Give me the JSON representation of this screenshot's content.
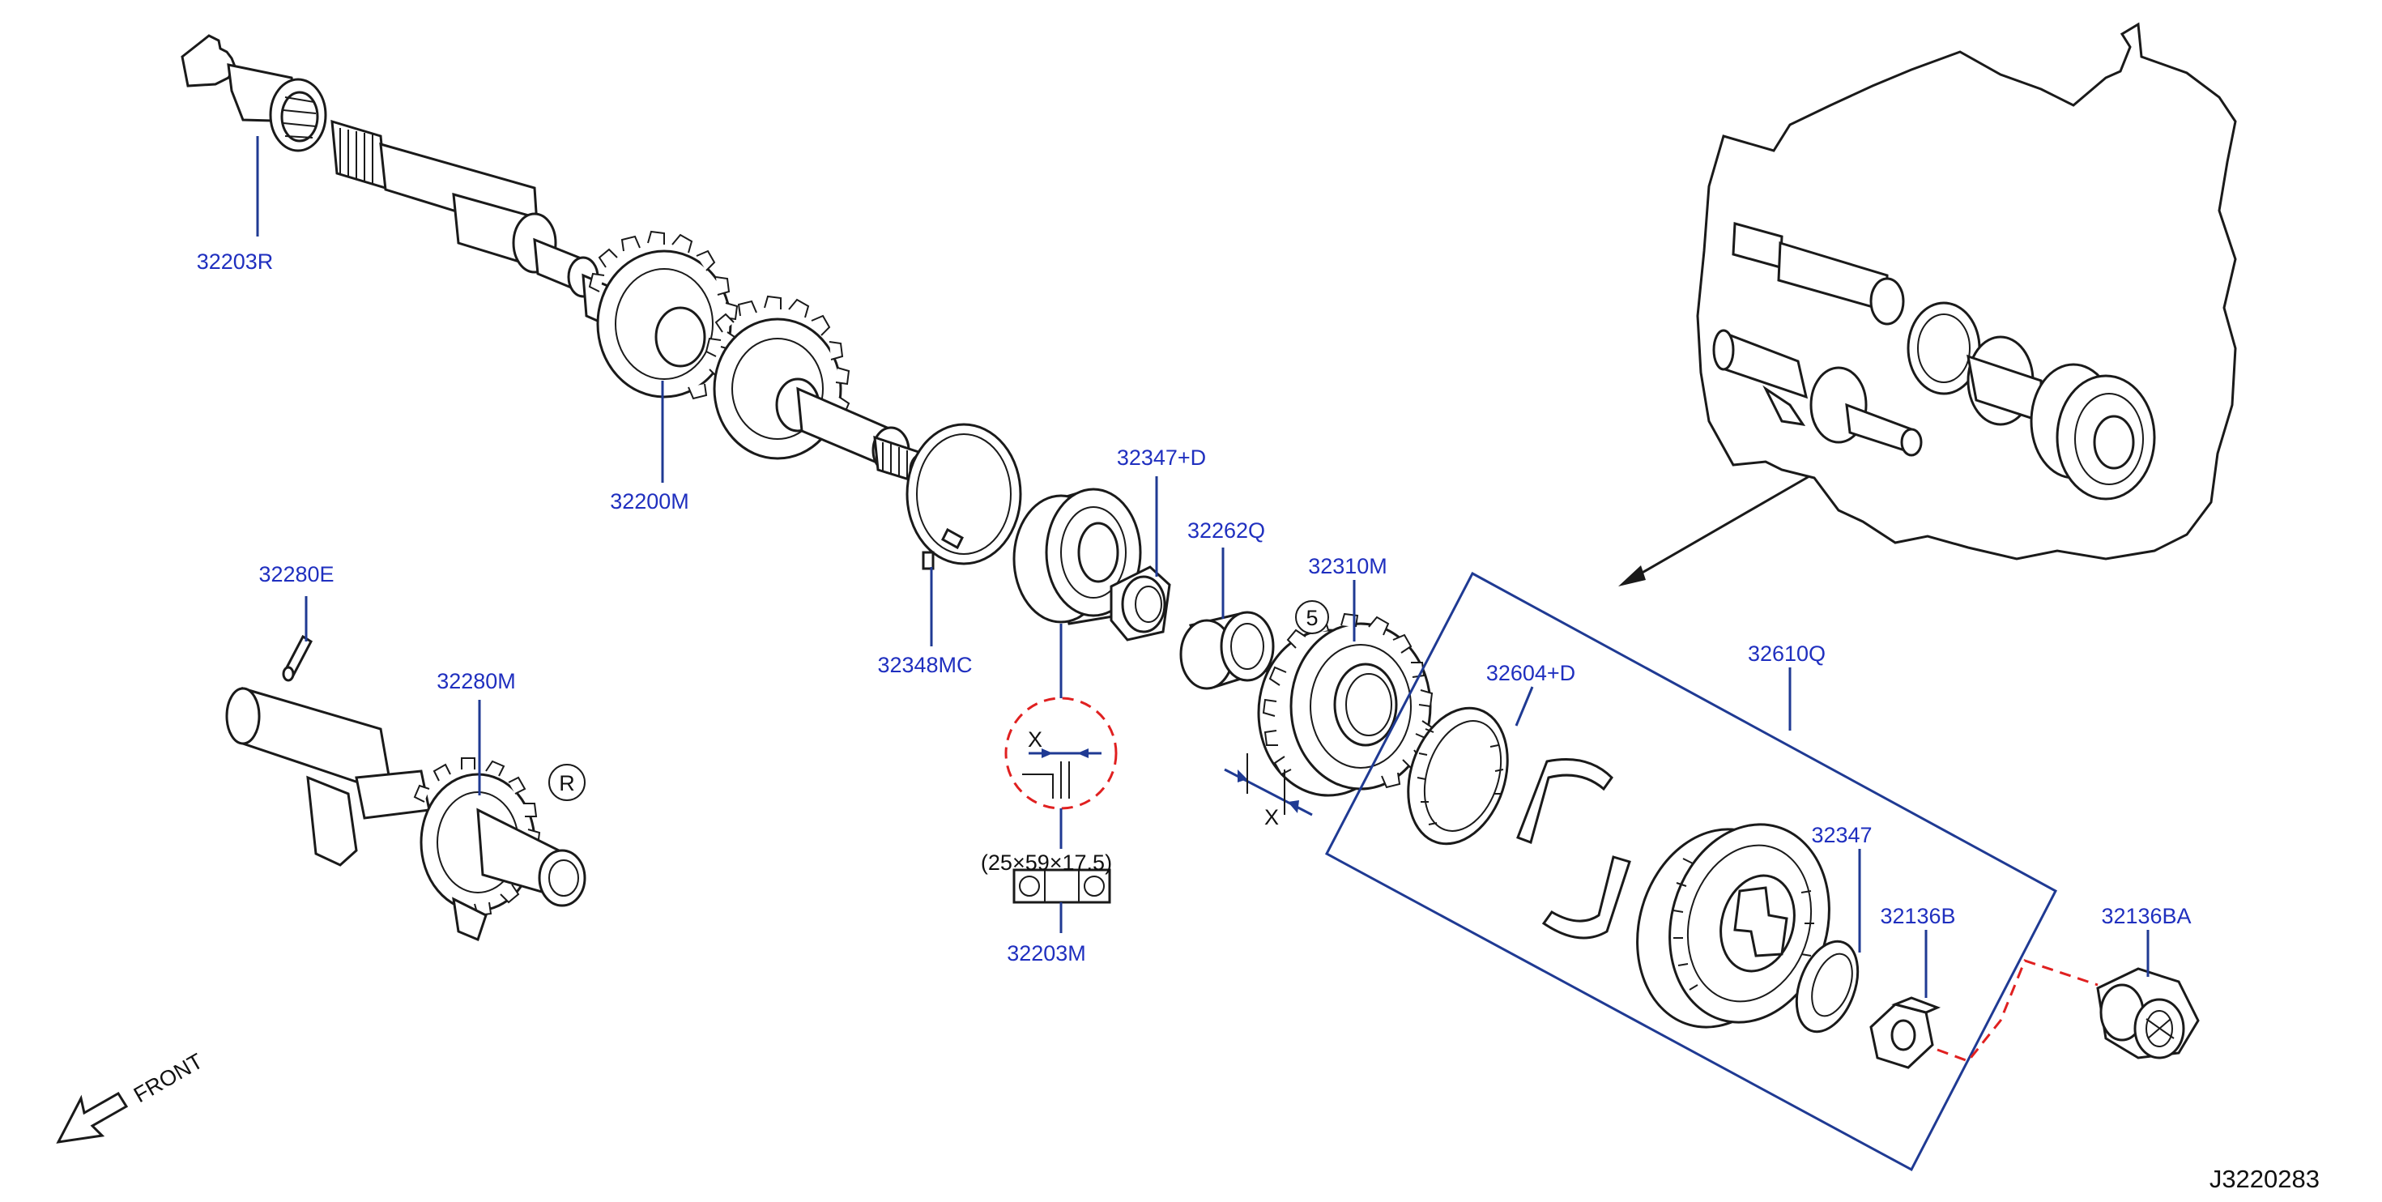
{
  "diagram": {
    "parts": {
      "p32203R": "32203R",
      "p32200M": "32200M",
      "p32348MC": "32348MC",
      "p32347D": "32347+D",
      "p32262Q": "32262Q",
      "p32310M": "32310M",
      "p32280E": "32280E",
      "p32280M": "32280M",
      "p32604D": "32604+D",
      "p32610Q": "32610Q",
      "p32347": "32347",
      "p32136B": "32136B",
      "p32136BA": "32136BA",
      "p32203M": "32203M"
    },
    "bearing_spec": "(25×59×17.5)",
    "shim_mark": "X",
    "gear_mark": "X",
    "callout_5": "5",
    "callout_R": "R",
    "front_label": "FRONT",
    "diagram_code": "J3220283",
    "colors": {
      "label": "#1f2fbf",
      "leader": "#1f3a93",
      "dashed": "#e02020",
      "ink": "#1a1a1a"
    }
  }
}
